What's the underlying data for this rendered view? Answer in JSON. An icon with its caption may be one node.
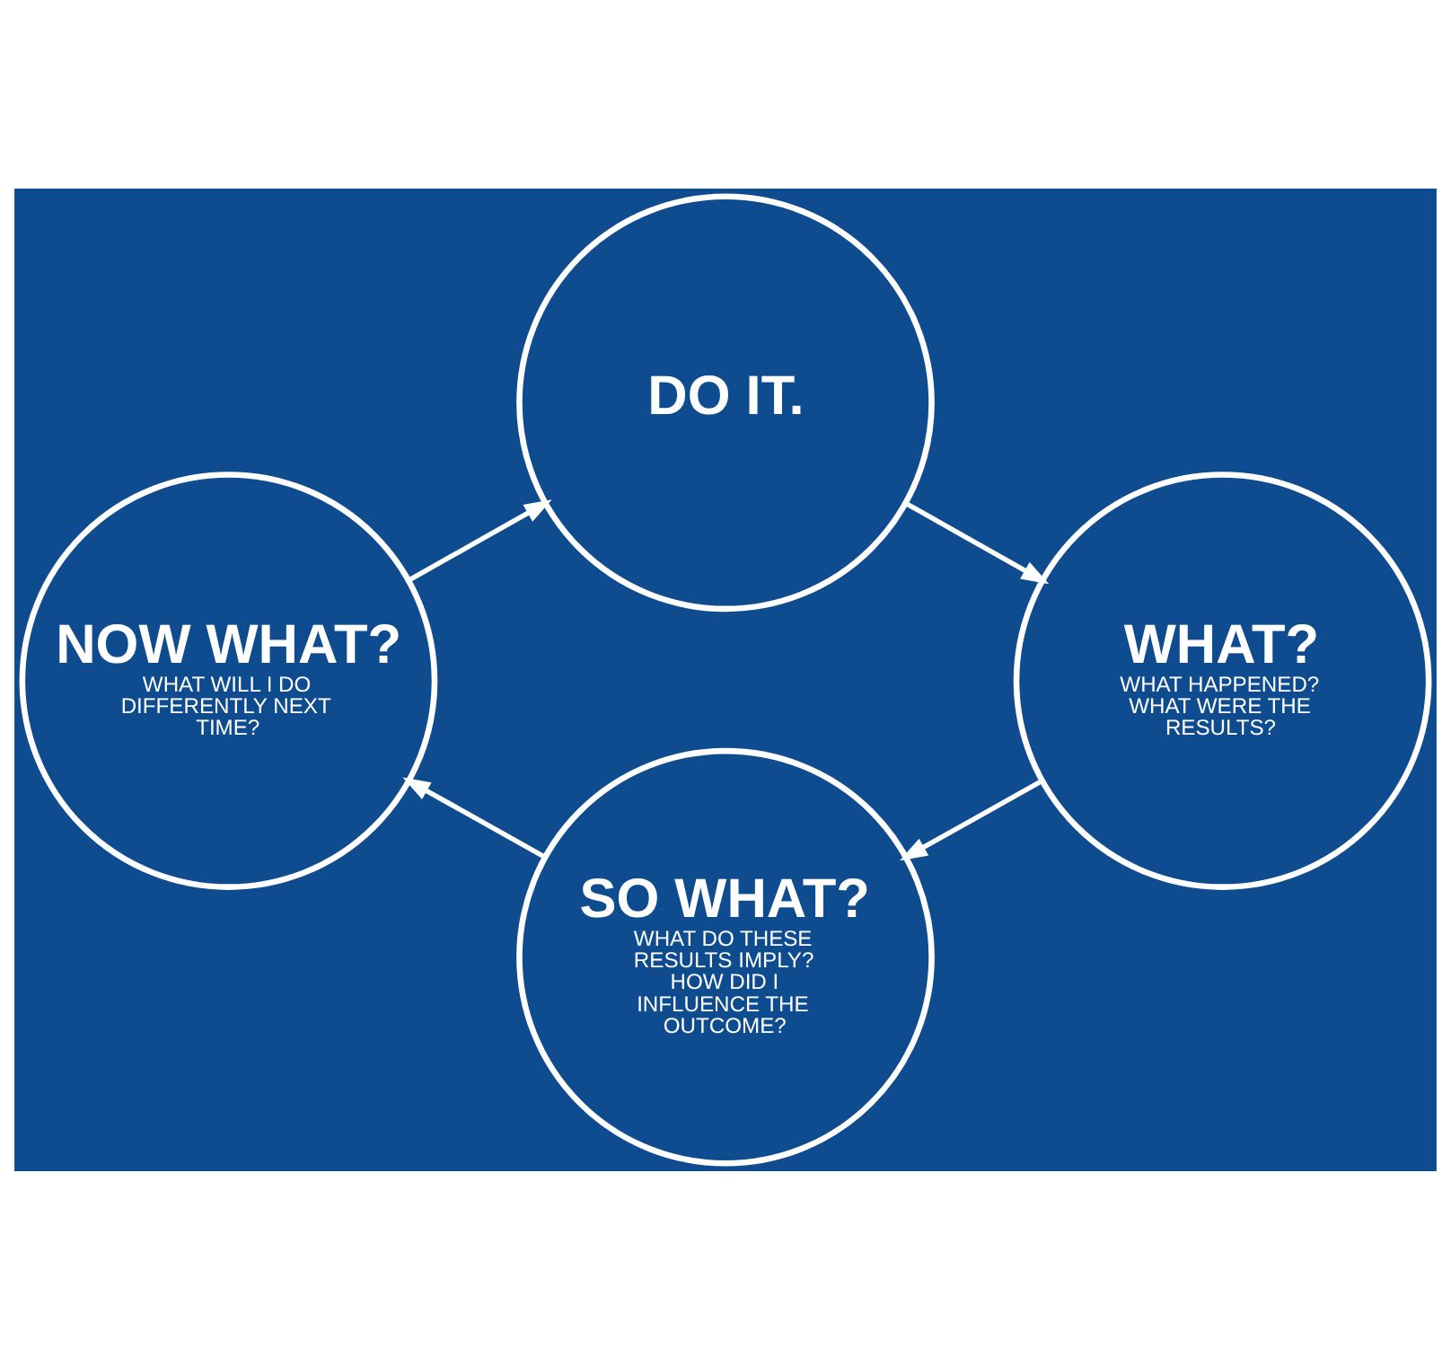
{
  "diagram": {
    "nodes": [
      {
        "text": [
          "DO IT."
        ]
      },
      {
        "text": [
          "WHAT?",
          "WHAT HAPPENED? WHAT WERE THE RESULTS?"
        ]
      },
      {
        "text": [
          "SO WHAT?",
          "WHAT DO THESE RESULTS IMPLY? HOW DID I INFLUENCE THE OUTCOME?"
        ]
      },
      {
        "text": [
          "NOW WHAT?",
          "WHAT WILL I DO DIFFERENTLY NEXT TIME?"
        ]
      }
    ],
    "edges": [
      {
        "from": 0,
        "to": 1,
        "arrow": "to"
      },
      {
        "from": 1,
        "to": 2,
        "arrow": "to"
      },
      {
        "from": 2,
        "to": 3,
        "arrow": "to"
      },
      {
        "from": 3,
        "to": 0,
        "arrow": "to"
      }
    ]
  }
}
